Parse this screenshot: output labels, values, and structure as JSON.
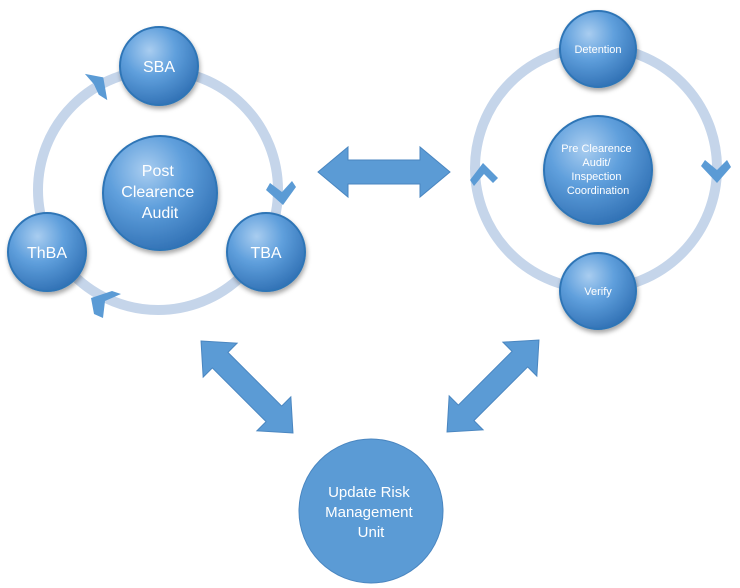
{
  "left_cycle": {
    "center": [
      "Post",
      "Clearence",
      "Audit"
    ],
    "nodes": {
      "top": "SBA",
      "right": "TBA",
      "left": "ThBA"
    }
  },
  "right_cycle": {
    "center": [
      "Pre Clearence",
      "Audit/",
      "Inspection",
      "Coordination"
    ],
    "nodes": {
      "top": "Detention",
      "bottom": "Verify"
    }
  },
  "bottom_node": [
    "Update Risk",
    "Management",
    "Unit"
  ],
  "colors": {
    "node_fill": "#5b9bd5",
    "node_stroke": "#2e75b6",
    "ring": "#c5d5ea",
    "arrow": "#5b9bd5"
  }
}
